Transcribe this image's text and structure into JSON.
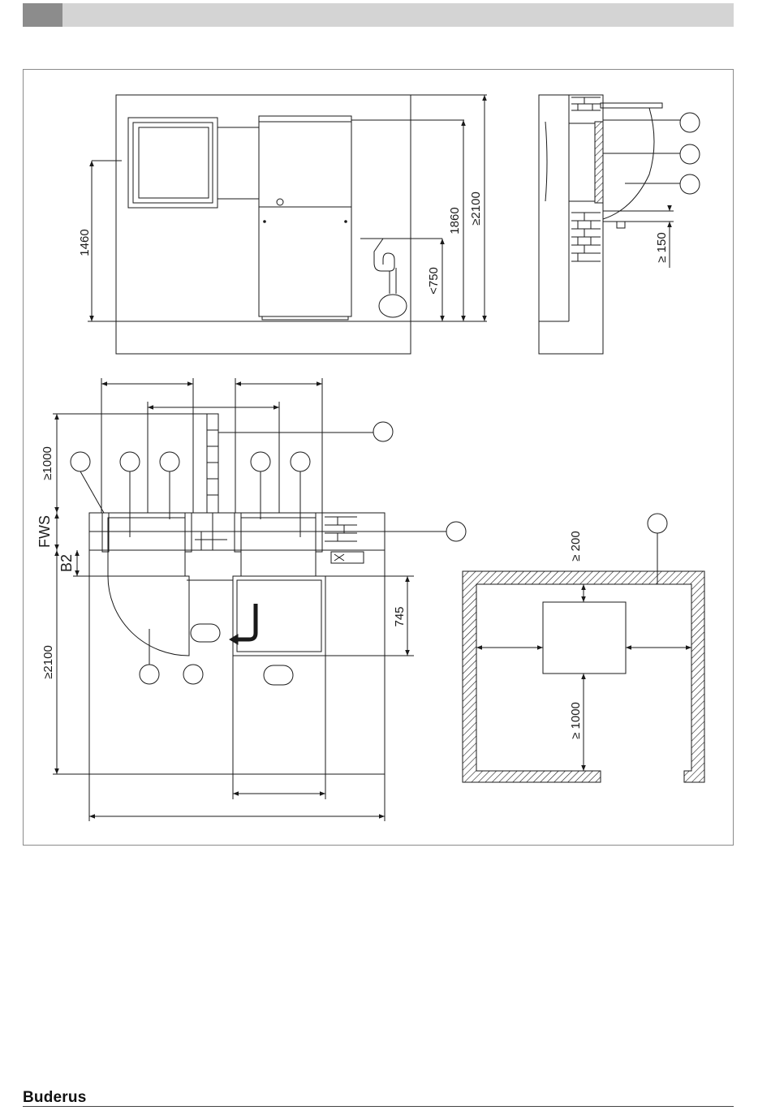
{
  "brand": {
    "logo_text": "Buderus"
  },
  "front_view": {
    "dim_height_wall_unit": "1460",
    "dim_height_boiler": "1860",
    "dim_room_height": "≥2100",
    "dim_drain": "<750"
  },
  "side_view": {
    "dim_floor_gap": "≥ 150"
  },
  "plan_view": {
    "dim_wall_clearance": "≥1000",
    "label_fws": "FWS",
    "label_b2": "B2",
    "dim_depth": "745",
    "dim_front_clearance": "≥2100"
  },
  "room_view": {
    "dim_top_clearance": "≥ 200",
    "dim_front_clearance": "≥ 1000"
  },
  "colors": {
    "line": "#1a1a1a",
    "header_bar": "#d4d4d4",
    "header_tab": "#8c8c8c",
    "frame": "#8a8a8a"
  }
}
